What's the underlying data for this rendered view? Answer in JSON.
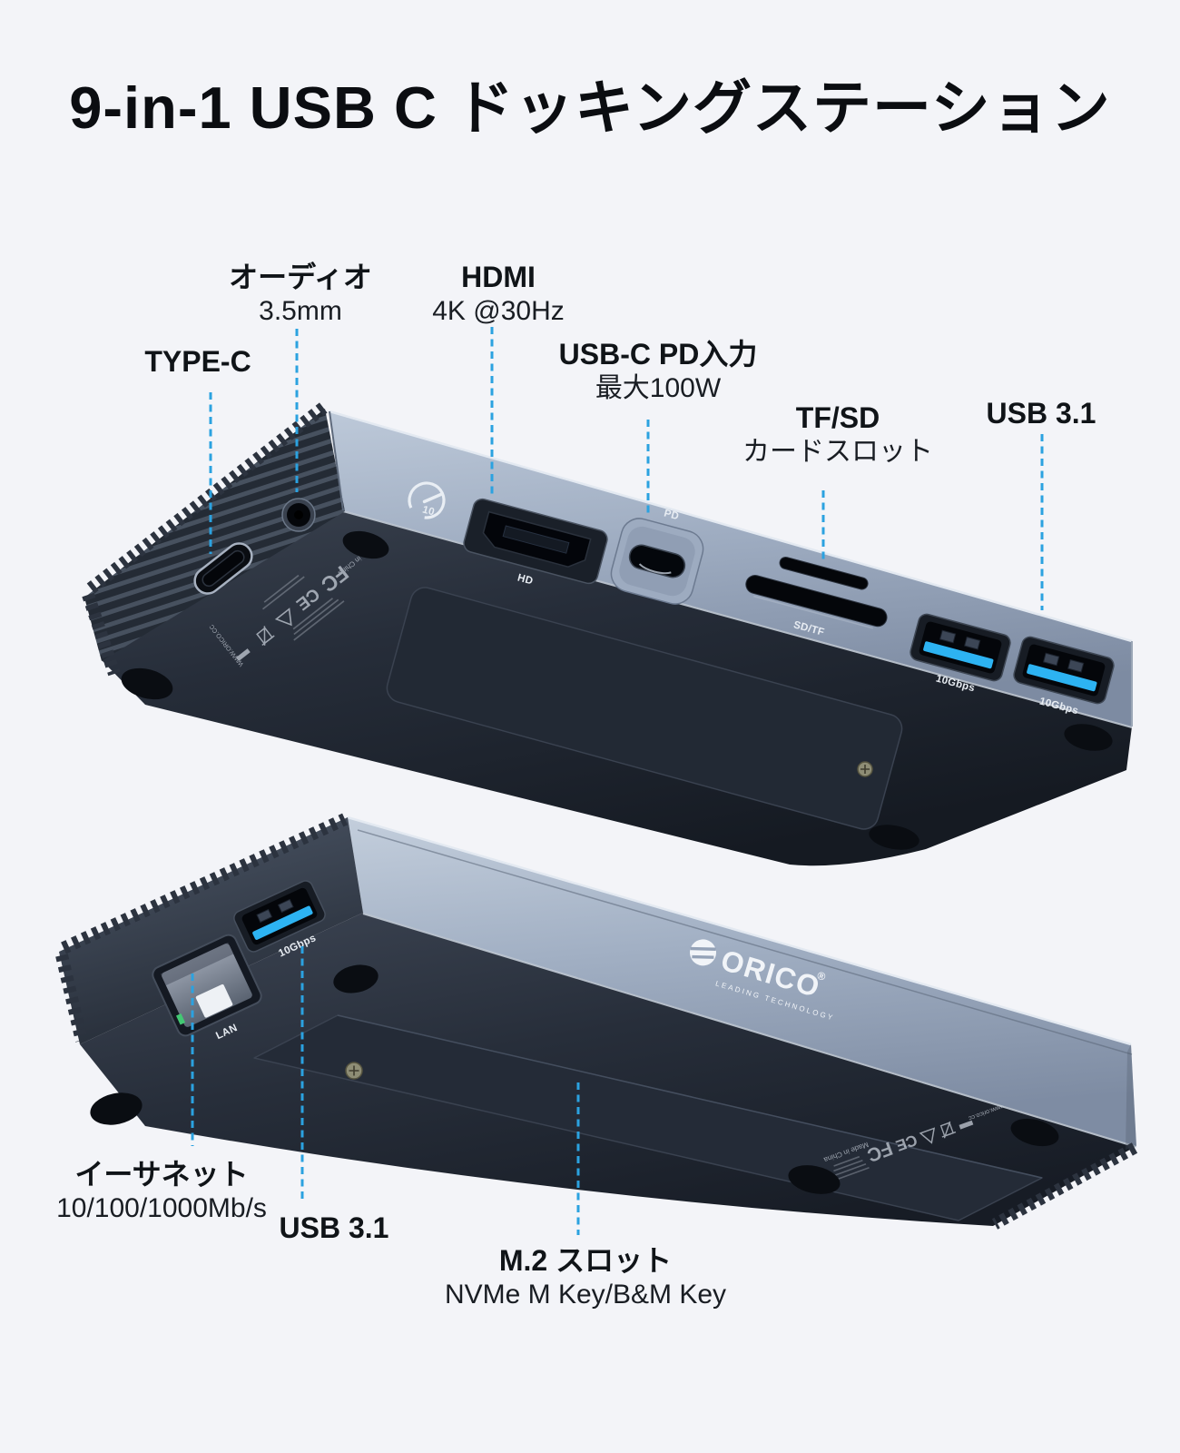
{
  "title": "9-in-1 USB C ドッキングステーション",
  "colors": {
    "accent": "#2ba2e0",
    "background": "#f3f4f8",
    "ink": "#0c0e13"
  },
  "callouts": {
    "type_c": {
      "label": "TYPE-C"
    },
    "audio": {
      "label": "オーディオ",
      "sub": "3.5mm"
    },
    "hdmi": {
      "label": "HDMI",
      "sub": "4K @30Hz"
    },
    "usb_c_pd": {
      "label": "USB-C PD入力",
      "sub": "最大100W"
    },
    "tf_sd": {
      "label": "TF/SD",
      "sub": "カードスロット"
    },
    "usb31_top": {
      "label": "USB 3.1"
    },
    "ethernet": {
      "label": "イーサネット",
      "sub": "10/100/1000Mb/s"
    },
    "usb31_bottom": {
      "label": "USB 3.1"
    },
    "m2": {
      "label": "M.2 スロット",
      "sub": "NVMe M Key/B&M Key"
    }
  },
  "device_top": {
    "speed_badge": "10",
    "hdmi_port_label": "HD",
    "pd_port_label": "PD",
    "card_slot_label": "SD/TF",
    "usb_port1_label": "10Gbps",
    "usb_port2_label": "10Gbps"
  },
  "device_bottom": {
    "lan_port_label": "LAN",
    "usb_port_label": "10Gbps",
    "brand": "ORICO",
    "brand_mark": "®",
    "brand_tagline": "LEADING TECHNOLOGY"
  },
  "regulatory": {
    "fcc": "FC",
    "ce": "CE",
    "made_in": "Made in China",
    "website_top": "WWW.ORICO.CC",
    "website_bottom": "www.orico.cc"
  }
}
